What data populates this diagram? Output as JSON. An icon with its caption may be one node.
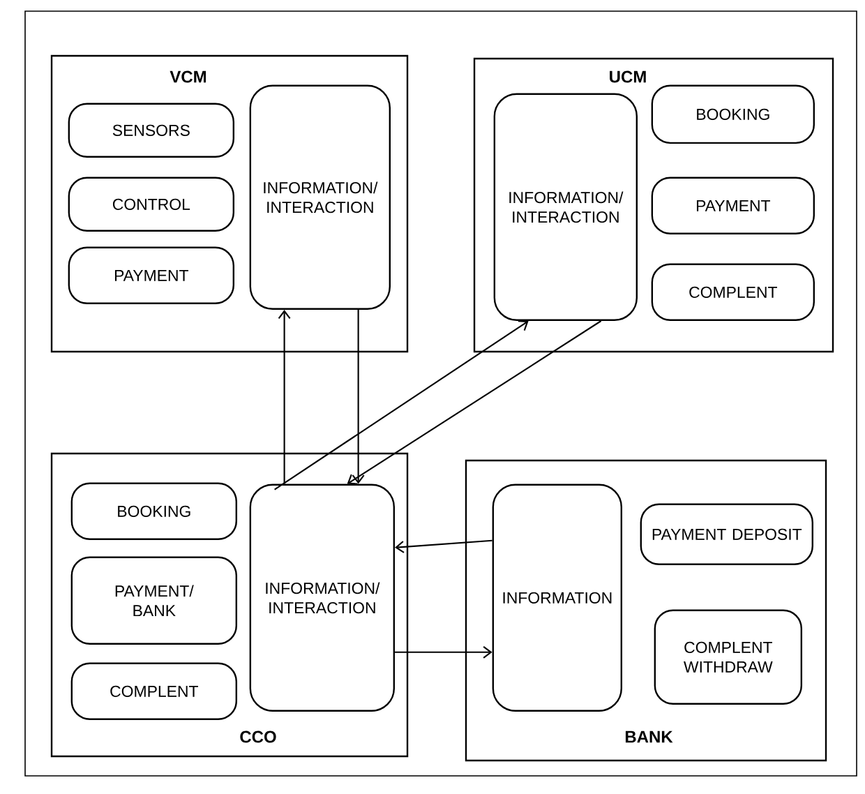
{
  "diagram": {
    "nodes": [
      {
        "text": [
          "VCM"
        ]
      },
      {
        "text": [
          "SENSORS"
        ],
        "in": 0
      },
      {
        "text": [
          "CONTROL"
        ],
        "in": 0
      },
      {
        "text": [
          "PAYMENT"
        ],
        "in": 0
      },
      {
        "text": [
          "INFORMATION/ INTERACTION"
        ],
        "in": 0
      },
      {
        "text": [
          "UCM"
        ]
      },
      {
        "text": [
          "INFORMATION/ INTERACTION"
        ],
        "in": 5
      },
      {
        "text": [
          "BOOKING"
        ],
        "in": 5
      },
      {
        "text": [
          "PAYMENT"
        ],
        "in": 5
      },
      {
        "text": [
          "COMPLENT"
        ],
        "in": 5
      },
      {
        "text": [
          "CCO"
        ]
      },
      {
        "text": [
          "BOOKING"
        ],
        "in": 10
      },
      {
        "text": [
          "PAYMENT/ BANK"
        ],
        "in": 10
      },
      {
        "text": [
          "COMPLENT"
        ],
        "in": 10
      },
      {
        "text": [
          "INFORMATION/ INTERACTION"
        ],
        "in": 10
      },
      {
        "text": [
          "BANK"
        ]
      },
      {
        "text": [
          "INFORMATION"
        ],
        "in": 15
      },
      {
        "text": [
          "PAYMENT DEPOSIT"
        ],
        "in": 15
      },
      {
        "text": [
          "COMPLENT WITHDRAW"
        ],
        "in": 15
      }
    ],
    "edges": [
      {
        "from": 14,
        "to": 4,
        "arrow": "to"
      },
      {
        "from": 4,
        "to": 14,
        "arrow": "to"
      },
      {
        "from": 14,
        "to": 6,
        "arrow": "to"
      },
      {
        "from": 6,
        "to": 14,
        "arrow": "to"
      },
      {
        "from": 16,
        "to": 14,
        "arrow": "to"
      },
      {
        "from": 14,
        "to": 16,
        "arrow": "to"
      }
    ]
  }
}
